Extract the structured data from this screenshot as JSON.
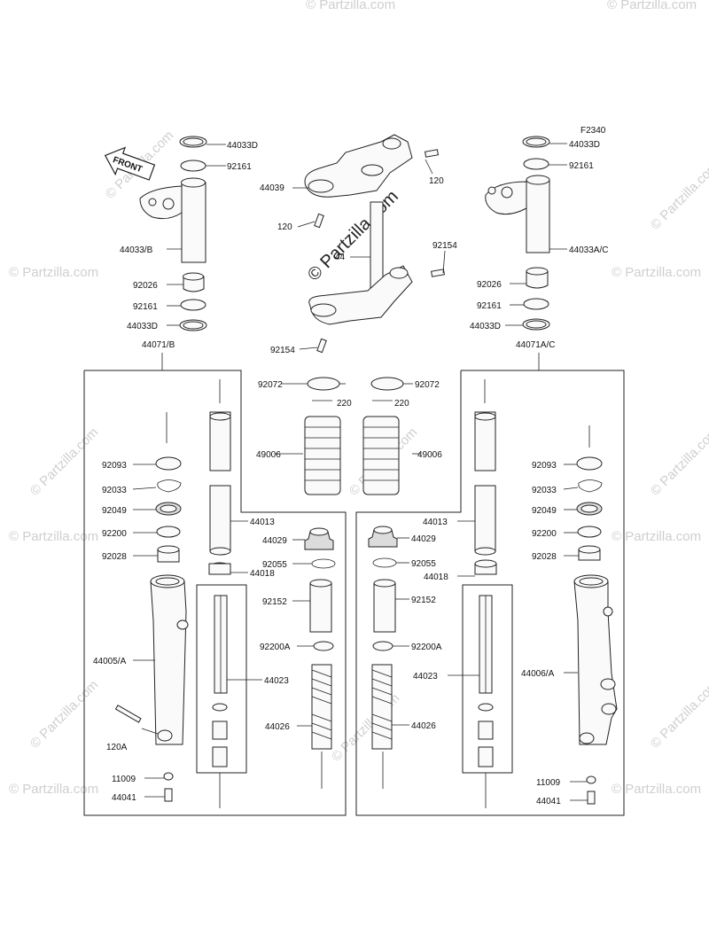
{
  "figure_code": "F2340",
  "front_arrow_label": "FRONT",
  "watermark": "© Partzilla.com",
  "center_watermark": "© Partzilla.com",
  "labels": {
    "l_44033D": "44033D",
    "l_92161": "92161",
    "l_44033B": "44033/B",
    "l_92026": "92026",
    "l_92161b": "92161",
    "l_44033Db": "44033D",
    "l_44071B": "44071/B",
    "c_44039": "44039",
    "c_120a": "120",
    "c_120b": "120",
    "c_44": "44",
    "c_92154a": "92154",
    "c_92154b": "92154",
    "r_44033D": "44033D",
    "r_92161": "92161",
    "r_44033AC": "44033A/C",
    "r_92026": "92026",
    "r_92161b": "92161",
    "r_44033Db": "44033D",
    "r_44071AC": "44071A/C",
    "c_92072a": "92072",
    "c_220a": "220",
    "c_92072b": "92072",
    "c_220b": "220",
    "c_49006a": "49006",
    "c_49006b": "49006",
    "lb_92093": "92093",
    "lb_92033": "92033",
    "lb_92049": "92049",
    "lb_92200": "92200",
    "lb_92028": "92028",
    "lb_44013": "44013",
    "lb_44029": "44029",
    "lb_92055": "92055",
    "lb_44018": "44018",
    "lb_92152": "92152",
    "lb_92200A": "92200A",
    "lb_44023": "44023",
    "lb_44026": "44026",
    "lb_44005A": "44005/A",
    "lb_120A": "120A",
    "lb_11009": "11009",
    "lb_44041": "44041",
    "rb_44013": "44013",
    "rb_44029": "44029",
    "rb_92055": "92055",
    "rb_44018": "44018",
    "rb_92152": "92152",
    "rb_92200A": "92200A",
    "rb_44023": "44023",
    "rb_44026": "44026",
    "rb_92093": "92093",
    "rb_92033": "92033",
    "rb_92049": "92049",
    "rb_92200": "92200",
    "rb_92028": "92028",
    "rb_44006A": "44006/A",
    "rb_11009": "11009",
    "rb_44041": "44041"
  }
}
